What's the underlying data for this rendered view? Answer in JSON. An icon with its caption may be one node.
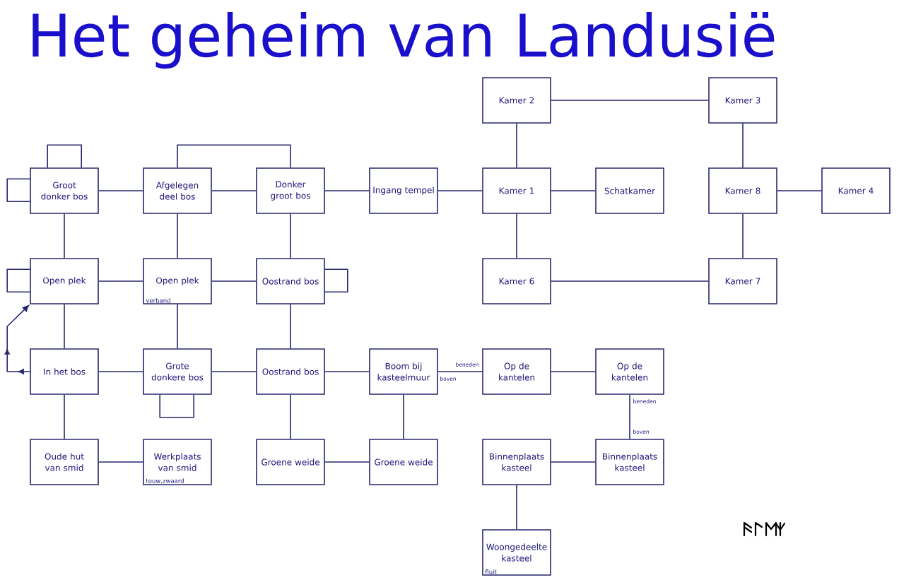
{
  "diagram": {
    "title": "Het geheim van Landusië",
    "nodes": [
      {
        "text": [
          "Kamer 2"
        ]
      },
      {
        "text": [
          "Kamer 3"
        ]
      },
      {
        "text": [
          "Groot donker bos"
        ]
      },
      {
        "text": [
          "Afgelegen deel bos"
        ]
      },
      {
        "text": [
          "Donker groot bos"
        ]
      },
      {
        "text": [
          "Ingang tempel"
        ]
      },
      {
        "text": [
          "Kamer 1"
        ]
      },
      {
        "text": [
          "Schatkamer"
        ]
      },
      {
        "text": [
          "Kamer 8"
        ]
      },
      {
        "text": [
          "Kamer 4"
        ]
      },
      {
        "text": [
          "Open plek"
        ]
      },
      {
        "text": [
          "Open plek",
          "verband"
        ]
      },
      {
        "text": [
          "Oostrand bos"
        ]
      },
      {
        "text": [
          "Kamer 6"
        ]
      },
      {
        "text": [
          "Kamer 7"
        ]
      },
      {
        "text": [
          "In het bos"
        ]
      },
      {
        "text": [
          "Grote donkere bos"
        ]
      },
      {
        "text": [
          "Oostrand bos"
        ]
      },
      {
        "text": [
          "Boom bij kasteelmuur"
        ]
      },
      {
        "text": [
          "Op de kantelen"
        ]
      },
      {
        "text": [
          "Op de kantelen"
        ]
      },
      {
        "text": [
          "Oude hut van smid"
        ]
      },
      {
        "text": [
          "Werkplaats van smid",
          "touw,zwaard"
        ]
      },
      {
        "text": [
          "Groene weide"
        ]
      },
      {
        "text": [
          "Groene weide"
        ]
      },
      {
        "text": [
          "Binnenplaats kasteel"
        ]
      },
      {
        "text": [
          "Binnenplaats kasteel"
        ]
      },
      {
        "text": [
          "Woongedeelte kasteel",
          "fluit"
        ]
      }
    ],
    "edges": [
      {
        "from": 0,
        "to": 1,
        "arrow": "none"
      },
      {
        "from": 0,
        "to": 6,
        "arrow": "none"
      },
      {
        "from": 1,
        "to": 8,
        "arrow": "none"
      },
      {
        "from": 2,
        "to": 2,
        "arrow": "none"
      },
      {
        "from": 2,
        "to": 2,
        "arrow": "none"
      },
      {
        "from": 2,
        "to": 3,
        "arrow": "none"
      },
      {
        "from": 3,
        "to": 4,
        "arrow": "none"
      },
      {
        "from": 3,
        "to": 4,
        "arrow": "none"
      },
      {
        "from": 4,
        "to": 5,
        "arrow": "none"
      },
      {
        "from": 5,
        "to": 6,
        "arrow": "none"
      },
      {
        "from": 6,
        "to": 7,
        "arrow": "none"
      },
      {
        "from": 8,
        "to": 9,
        "arrow": "none"
      },
      {
        "from": 2,
        "to": 10,
        "arrow": "none"
      },
      {
        "from": 3,
        "to": 11,
        "arrow": "none"
      },
      {
        "from": 4,
        "to": 12,
        "arrow": "none"
      },
      {
        "from": 6,
        "to": 13,
        "arrow": "none"
      },
      {
        "from": 8,
        "to": 14,
        "arrow": "none"
      },
      {
        "from": 10,
        "to": 10,
        "arrow": "none"
      },
      {
        "from": 10,
        "to": 11,
        "arrow": "none"
      },
      {
        "from": 11,
        "to": 12,
        "arrow": "none"
      },
      {
        "from": 12,
        "to": 12,
        "arrow": "none"
      },
      {
        "from": 13,
        "to": 14,
        "arrow": "none"
      },
      {
        "from": 10,
        "to": 15,
        "arrow": "none"
      },
      {
        "from": 11,
        "to": 16,
        "arrow": "none"
      },
      {
        "from": 12,
        "to": 17,
        "arrow": "none"
      },
      {
        "from": 15,
        "to": 10,
        "arrow": "to"
      },
      {
        "from": 15,
        "to": 16,
        "arrow": "none"
      },
      {
        "from": 16,
        "to": 17,
        "arrow": "none"
      },
      {
        "from": 16,
        "to": 16,
        "arrow": "none"
      },
      {
        "from": 17,
        "to": 18,
        "arrow": "none"
      },
      {
        "from": 18,
        "to": 19,
        "arrow": "none"
      },
      {
        "from": 19,
        "to": 20,
        "arrow": "none"
      },
      {
        "from": 20,
        "to": 26,
        "arrow": "none"
      },
      {
        "from": 15,
        "to": 21,
        "arrow": "none"
      },
      {
        "from": 17,
        "to": 23,
        "arrow": "none"
      },
      {
        "from": 18,
        "to": 24,
        "arrow": "none"
      },
      {
        "from": 21,
        "to": 22,
        "arrow": "none"
      },
      {
        "from": 23,
        "to": 24,
        "arrow": "none"
      },
      {
        "from": 25,
        "to": 26,
        "arrow": "none"
      },
      {
        "from": 25,
        "to": 27,
        "arrow": "none"
      }
    ],
    "labels": [
      "beneden",
      "boven",
      "beneden",
      "boven"
    ]
  }
}
